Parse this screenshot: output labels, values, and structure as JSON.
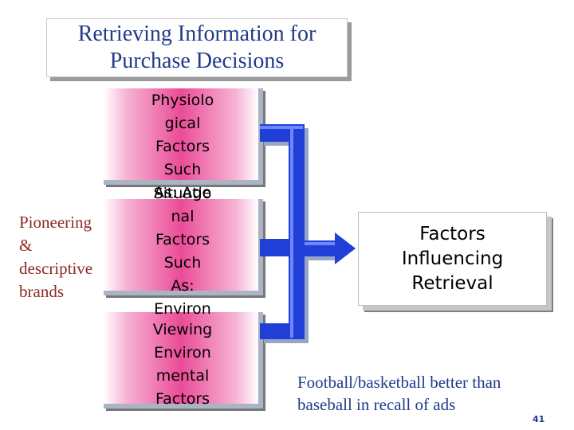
{
  "title": {
    "line1": "Retrieving Information for",
    "line2": "Purchase Decisions"
  },
  "left_label": {
    "line1": "Pioneering",
    "line2": "&",
    "line3": "descriptive",
    "line4": "brands"
  },
  "boxes": [
    {
      "lines": [
        "Physiolo",
        "gical",
        "Factors",
        "Such",
        "As: Age"
      ]
    },
    {
      "lines": [
        "Situatio",
        "nal",
        "Factors",
        "Such",
        "As:",
        "Environ"
      ]
    },
    {
      "lines": [
        "Viewing",
        "Environ",
        "mental",
        "Factors"
      ]
    }
  ],
  "target_box": {
    "line1": "Factors",
    "line2": "Influencing",
    "line3": "Retrieval"
  },
  "note": {
    "line1": "Football/basketball better than",
    "line2": "baseball in recall of ads"
  },
  "page_number": "41",
  "colors": {
    "title": "#1f3a8a",
    "label": "#8b2a20",
    "pink": "#ea4c97",
    "arrow": "#1f3fd6"
  }
}
